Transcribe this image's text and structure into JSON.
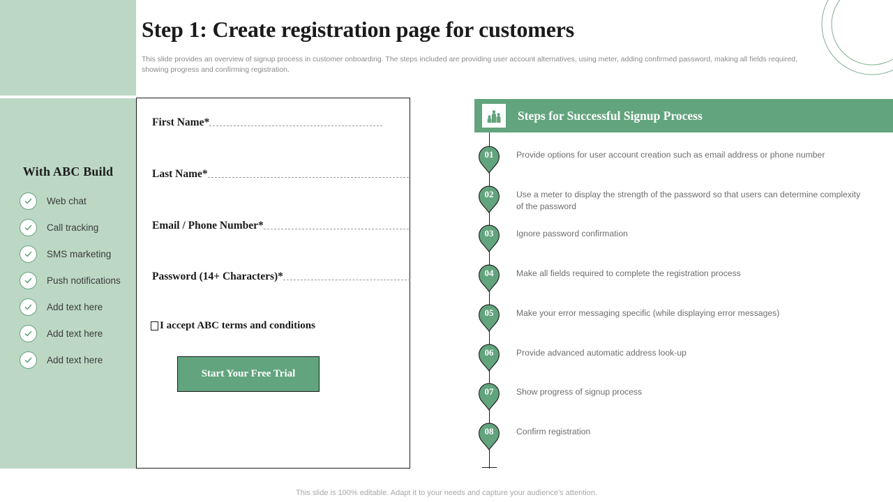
{
  "header": {
    "title": "Step 1: Create registration page for customers",
    "subtitle": "This slide provides an overview of signup process in customer onboarding. The steps included are providing user account alternatives, using meter, adding confirmed password, making all fields required, showing progress and confirming registration."
  },
  "sidebar": {
    "title": "With ABC Build",
    "items": [
      {
        "label": "Web chat"
      },
      {
        "label": "Call tracking"
      },
      {
        "label": "SMS marketing"
      },
      {
        "label": "Push notifications"
      },
      {
        "label": "Add text here"
      },
      {
        "label": "Add text here"
      },
      {
        "label": "Add text here"
      }
    ]
  },
  "form": {
    "fields": [
      {
        "label": "First Name*",
        "value": ""
      },
      {
        "label": "Last Name*",
        "value": ""
      },
      {
        "label": "Email / Phone Number*",
        "value": ""
      },
      {
        "label": "Password (14+ Characters)*",
        "value": ""
      }
    ],
    "terms_label": "I accept ABC terms and conditions",
    "terms_checked": false,
    "cta_label": "Start Your Free Trial"
  },
  "steps_panel": {
    "title": "Steps for Successful Signup Process",
    "icon": "people-growth-chart-icon",
    "steps": [
      {
        "number": "01",
        "text": "Provide  options for user account creation such as email address  or phone number"
      },
      {
        "number": "02",
        "text": "Use a meter to display the strength of the password so that users can determine complexity of the password"
      },
      {
        "number": "03",
        "text": "Ignore  password  confirmation"
      },
      {
        "number": "04",
        "text": "Make all fields required  to complete the registration  process"
      },
      {
        "number": "05",
        "text": "Make your error messaging specific (while  displaying error  messages)"
      },
      {
        "number": "06",
        "text": "Provide  advanced  automatic address look-up"
      },
      {
        "number": "07",
        "text": "Show progress of signup process"
      },
      {
        "number": "08",
        "text": "Confirm  registration"
      }
    ]
  },
  "footer": {
    "note": "This slide is 100% editable. Adapt it to your needs and capture your audience's attention."
  },
  "colors": {
    "accent_green": "#62a47d",
    "light_green": "#bcd8c4",
    "text_dark": "#1a1a1a",
    "text_muted": "#8b8b8b"
  }
}
